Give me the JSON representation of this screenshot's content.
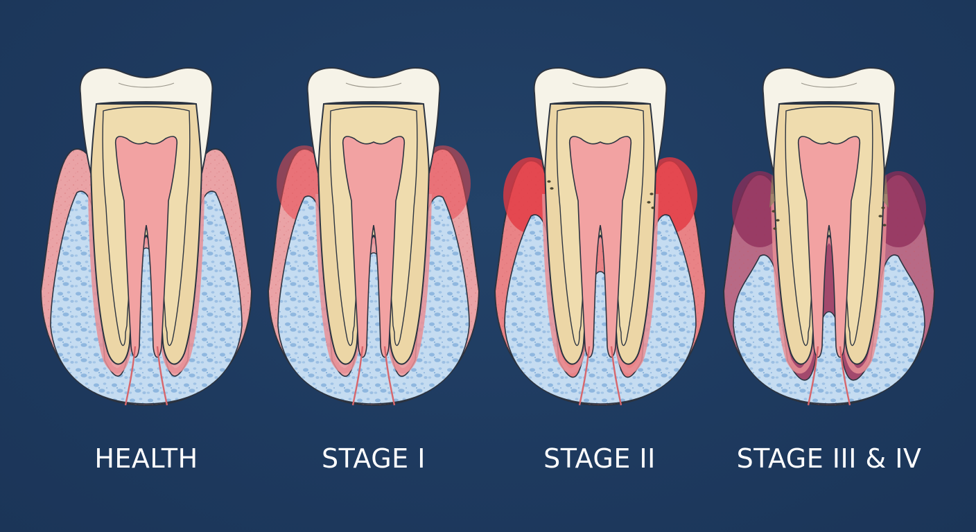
{
  "stages": [
    {
      "label": "HEALTH",
      "colors": {
        "gum": "#eaa3a6",
        "gum_edge": "#e36d73",
        "inflammation": "#e8898e",
        "inflammation_opacity": 0.0
      }
    },
    {
      "label": "STAGE I",
      "colors": {
        "gum": "#eaa3a6",
        "gum_edge": "#e8595f",
        "inflammation": "#e84a52",
        "inflammation_opacity": 0.55
      }
    },
    {
      "label": "STAGE II",
      "colors": {
        "gum": "#e98386",
        "gum_edge": "#e23c44",
        "inflammation": "#e23a42",
        "inflammation_opacity": 0.8
      }
    },
    {
      "label": "STAGE III & IV",
      "colors": {
        "gum": "#b86a86",
        "gum_edge": "#8c2f55",
        "inflammation": "#8f2e5a",
        "inflammation_opacity": 0.75
      }
    }
  ],
  "palette": {
    "background": "#1e3a5f",
    "enamel": "#f6f3e8",
    "dentin": "#ecd6a6",
    "pulp": "#f2a2a2",
    "bone": "#bfd8ef",
    "bone_pore": "#8fb7df",
    "outline": "#2b3340",
    "nerve": "#d7666c",
    "tartar": "#4a4530"
  }
}
